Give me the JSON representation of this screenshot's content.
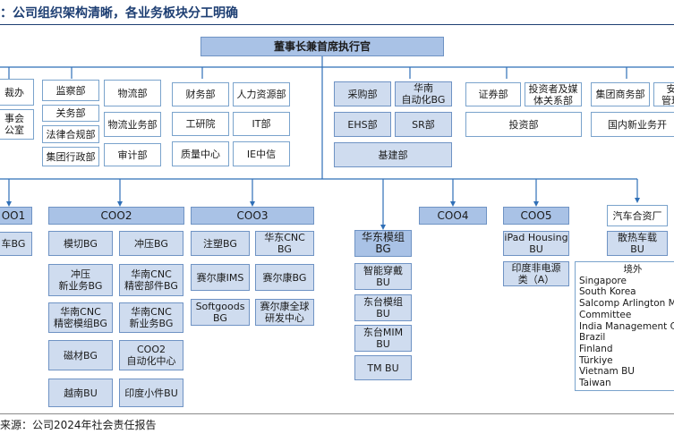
{
  "title": "：公司组织架构清晰，各业务板块分工明确",
  "footer": "来源：公司2024年社会责任报告",
  "ceo": "董事长兼首席执行官",
  "top_groups": {
    "g1": [
      "裁办",
      "事会\n公室"
    ],
    "g2": [
      "监察部",
      "关务部",
      "法律合规部",
      "集团行政部",
      "物流部",
      "物流业务部",
      "审计部"
    ],
    "g3": [
      "财务部",
      "人力资源部",
      "工研院",
      "IT部",
      "质量中心",
      "IE中信"
    ],
    "g4": [
      "采购部",
      "华南\n自动化BG",
      "EHS部",
      "SR部",
      "基建部"
    ],
    "g5": [
      "证券部",
      "投资者及媒\n体关系部",
      "投资部"
    ],
    "g6": [
      "集团商务部",
      "安\n管理",
      "国内新业务开"
    ]
  },
  "coo1": {
    "head": "OO1",
    "items": [
      "车BG"
    ]
  },
  "coo2": {
    "head": "COO2",
    "items": [
      "模切BG",
      "冲压BG",
      "冲压\n新业务BG",
      "华南CNC\n精密部件BG",
      "华南CNC\n精密模组BG",
      "华南CNC\n新业务BG",
      "磁材BG",
      "COO2\n自动化中心",
      "越南BU",
      "印度小件BU"
    ]
  },
  "coo3": {
    "head": "COO3",
    "items": [
      "注塑BG",
      "华东CNC\nBG",
      "赛尔康IMS",
      "赛尔康BG",
      "Softgoods\nBG",
      "赛尔康全球\n研发中心"
    ]
  },
  "coo_hd": {
    "items": [
      "华东模组\nBG",
      "智能穿戴\nBU",
      "东台模组\nBU",
      "东台MIM\nBU",
      "TM BU"
    ]
  },
  "coo4": {
    "head": "COO4"
  },
  "coo5": {
    "head": "COO5",
    "items": [
      "iPad Housing\nBU",
      "印度非电源\n类（A）"
    ]
  },
  "right": {
    "items": [
      "汽车合资厂",
      "散热车载\nBU"
    ]
  },
  "overseas": {
    "title": "境外",
    "items": [
      "Singapore",
      "South Korea",
      "Salcomp Arlington Ma",
      "Committee",
      "India Management Co",
      "Brazil",
      "Finland",
      "Türkiye",
      "Vietnam BU",
      "Taiwan"
    ]
  }
}
